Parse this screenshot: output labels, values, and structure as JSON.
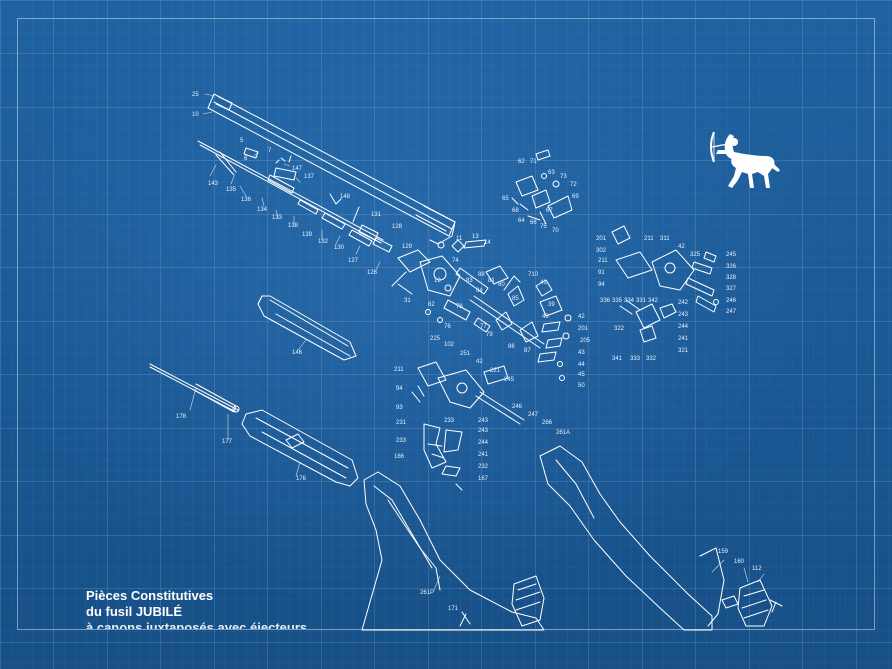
{
  "title": {
    "line1": "Pièces Constitutives",
    "line2": "du fusil JUBILÉ",
    "line3": "à canons juxtaposés avec éjecteurs"
  },
  "colors": {
    "background": "#1c5a94",
    "line": "#ffffff",
    "grid": "#5a8fc4"
  },
  "icons": {
    "logo": "centaur-archer-logo"
  },
  "callouts": {
    "c25": "25",
    "c10": "10",
    "c5": "5",
    "c6": "6",
    "c7": "7",
    "c147": "147",
    "c137": "137",
    "c143": "143",
    "c135": "135",
    "c136": "136",
    "c134": "134",
    "c133": "133",
    "c138": "138",
    "c139": "139",
    "c132": "132",
    "c130": "130",
    "c127": "127",
    "c126": "126",
    "c148": "148",
    "c131": "131",
    "c128": "128",
    "c129": "129",
    "c73": "73",
    "c14": "14",
    "c62": "62",
    "c71": "71",
    "c63": "63",
    "c72": "72",
    "c69": "69",
    "c70": "70",
    "c66": "66",
    "c65": "65",
    "c68": "68",
    "c64": "64",
    "c67": "67",
    "c710": "710",
    "c88": "88",
    "c83": "83",
    "c81": "81",
    "c80": "80",
    "c41": "41",
    "c31": "31",
    "c82": "82",
    "c78": "78",
    "c79": "79",
    "c85": "85",
    "c86": "86",
    "c87": "87",
    "c76": "76",
    "c77": "77",
    "c84": "84",
    "c39": "39",
    "c40": "40",
    "c42": "42",
    "c201": "201",
    "c205": "205",
    "c43": "43",
    "c44": "44",
    "c45": "45",
    "c50": "50",
    "c146": "146",
    "c178": "178",
    "c177": "177",
    "c176": "176",
    "c225": "225",
    "c102": "102",
    "c211": "211",
    "c94": "94",
    "c93": "93",
    "c251": "251",
    "c221": "221",
    "c245": "245",
    "c246": "246",
    "c247": "247",
    "c266": "266",
    "c261A": "261A",
    "c231": "231",
    "c233": "233",
    "c243": "243",
    "c244": "244",
    "c241": "241",
    "c232": "232",
    "c166": "166",
    "c167": "167",
    "c261P": "261P",
    "c171": "171",
    "c159": "159",
    "c160": "160",
    "c112": "112",
    "c302": "302",
    "c91": "91",
    "c311": "311",
    "c325": "325",
    "c326": "326",
    "c328": "328",
    "c327": "327",
    "c336": "336",
    "c335": "335",
    "c334": "334",
    "c331": "331",
    "c342": "342",
    "c322": "322",
    "c341": "341",
    "c333": "333",
    "c332": "332",
    "c321": "321",
    "c242": "242",
    "c11": "11",
    "c12": "12",
    "c13": "13",
    "c74": "74",
    "c75": "75"
  }
}
